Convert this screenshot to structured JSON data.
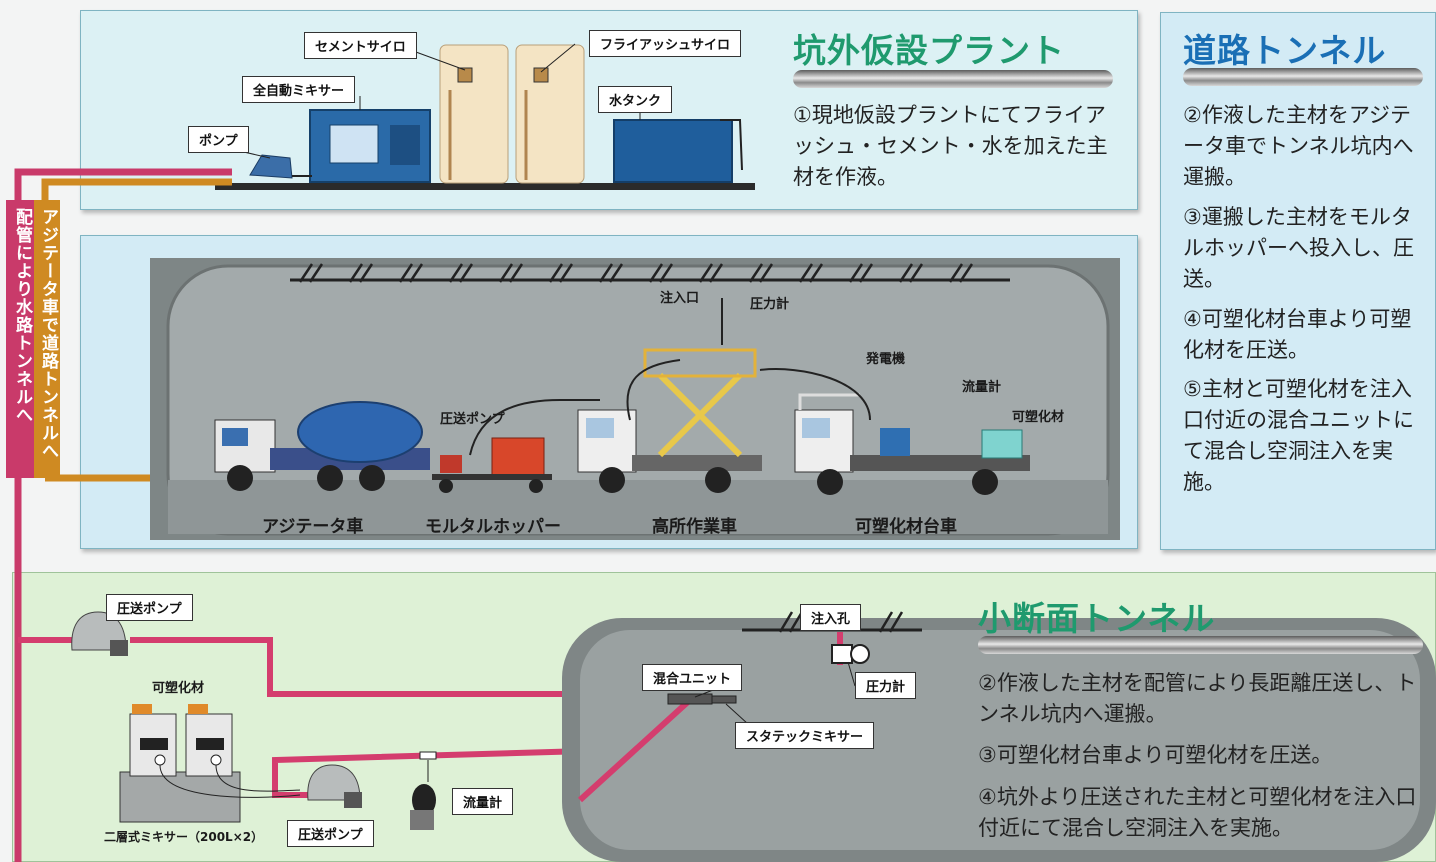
{
  "plant": {
    "title": "坑外仮設プラント",
    "desc": "①現地仮設プラントにてフライアッシュ・セメント・水を加えた主材を作液。",
    "labels": {
      "cement_silo": "セメントサイロ",
      "flyash_silo": "フライアッシュサイロ",
      "mixer": "全自動ミキサー",
      "water_tank": "水タンク",
      "pump": "ポンプ"
    }
  },
  "road": {
    "title": "道路トンネル",
    "steps": [
      "②作液した主材をアジテータ車でトンネル坑内へ運搬。",
      "③運搬した主材をモルタルホッパーへ投入し、圧送。",
      "④可塑化材台車より可塑化材を圧送。",
      "⑤主材と可塑化材を注入口付近の混合ユニットにて混合し空洞注入を実施。"
    ],
    "labels": {
      "injection_port": "注入口",
      "pressure_gauge": "圧力計",
      "pressure_pump": "圧送ポンプ",
      "generator": "発電機",
      "flow_meter": "流量計",
      "plasticizer": "可塑化材"
    },
    "vehicles": [
      "アジテータ車",
      "モルタルホッパー",
      "高所作業車",
      "可塑化材台車"
    ]
  },
  "route": {
    "pipe": "配管により水路トンネルへ",
    "agitator": "アジテータ車で道路トンネルへ"
  },
  "small": {
    "title": "小断面トンネル",
    "steps": [
      "②作液した主材を配管により長距離圧送し、トンネル坑内へ運搬。",
      "③可塑化材台車より可塑化材を圧送。",
      "④坑外より圧送された主材と可塑化材を注入口付近にて混合し空洞注入を実施。"
    ],
    "labels": {
      "pump1": "圧送ポンプ",
      "plasticizer": "可塑化材",
      "mixer": "二層式ミキサー（200L×2）",
      "pump2": "圧送ポンプ",
      "flow_meter": "流量計",
      "mix_unit": "混合ユニット",
      "static_mixer": "スタテックミキサー",
      "injection_hole": "注入孔",
      "pressure_gauge": "圧力計"
    }
  },
  "colors": {
    "title_green": "#1f9a6e",
    "title_blue": "#1a6fb5",
    "pipe_pink": "#d43d6e",
    "agitator_orange": "#d08a1e"
  }
}
